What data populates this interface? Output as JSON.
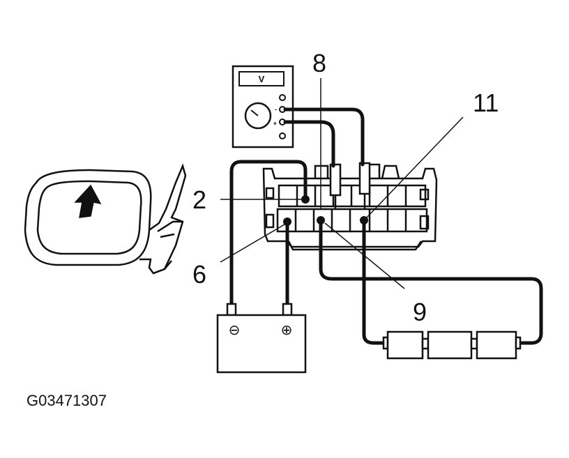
{
  "figure_code": "G03471307",
  "callouts": {
    "c2": "2",
    "c6": "6",
    "c8": "8",
    "c9": "9",
    "c11": "11"
  },
  "voltmeter": {
    "display": "V",
    "minus": "-",
    "plus": "+"
  },
  "battery": {
    "negative_symbol": "⊖",
    "positive_symbol": "⊕"
  },
  "colors": {
    "line": "#111111",
    "background": "#ffffff"
  }
}
